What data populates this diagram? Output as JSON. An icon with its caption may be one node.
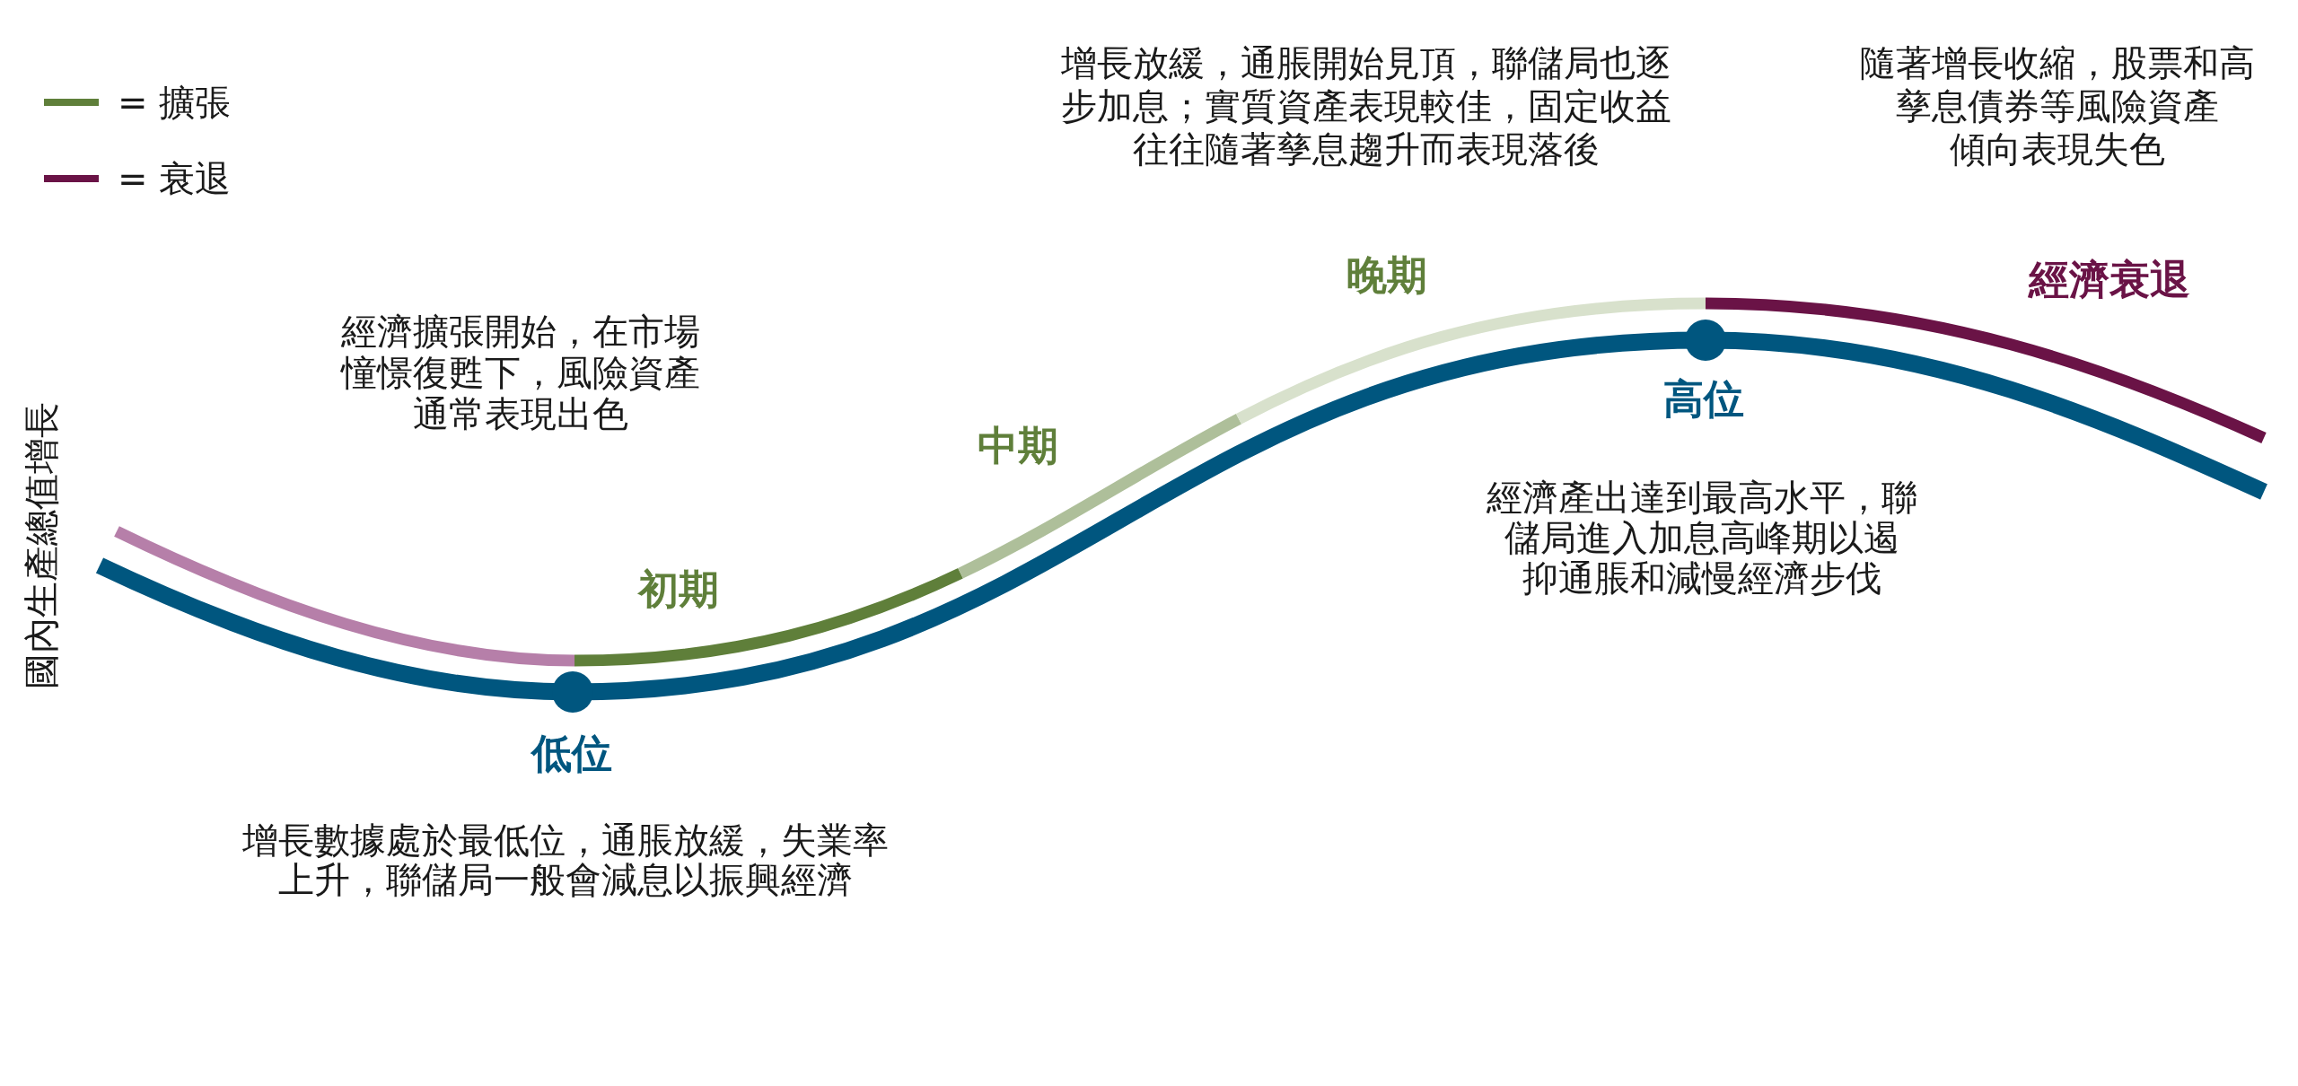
{
  "diagram": {
    "labels": [
      "國內生產總值增長",
      "低位",
      "增長數據處於最低位，通脹放緩，失業率上升，聯儲局一般會減息以振興經濟",
      "初期",
      "經濟擴張開始，在市場憧憬復甦下，風險資產通常表現出色",
      "中期",
      "晚期",
      "增長放緩，通脹開始見頂，聯儲局也逐步加息；實質資產表現較佳，固定收益往往隨著孳息趨升而表現落後",
      "高位",
      "經濟產出達到最高水平，聯儲局進入加息高峰期以遏抑通脹和減慢經濟步伐",
      "經濟衰退",
      "隨著增長收縮，股票和高孳息債券等風險資產傾向表現失色"
    ],
    "legend": [
      {
        "text": "= 擴張",
        "color": "#5f7f3a"
      },
      {
        "text": "= 衰退",
        "color": "#6a1346"
      }
    ]
  }
}
